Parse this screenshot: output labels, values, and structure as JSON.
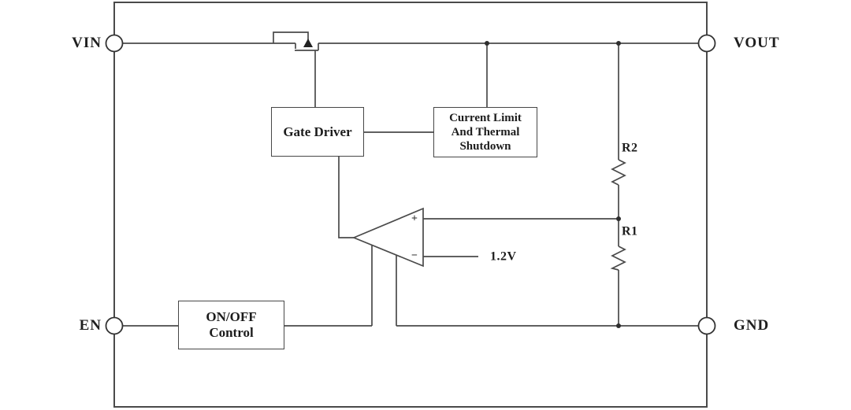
{
  "diagram": {
    "pins": {
      "vin": {
        "label": "VIN"
      },
      "vout": {
        "label": "VOUT"
      },
      "en": {
        "label": "EN"
      },
      "gnd": {
        "label": "GND"
      }
    },
    "blocks": {
      "gate_driver": {
        "label": "Gate Driver"
      },
      "current_limit": {
        "line1": "Current Limit",
        "line2": "And Thermal",
        "line3": "Shutdown"
      },
      "onoff_control": {
        "line1": "ON/OFF",
        "line2": "Control"
      }
    },
    "resistors": {
      "r2": {
        "label": "R2"
      },
      "r1": {
        "label": "R1"
      }
    },
    "reference": {
      "label": "1.2V"
    },
    "comparator": {
      "plus": "+",
      "minus": "−"
    }
  },
  "colors": {
    "line": "#4a4a4a",
    "text": "#1c1c1c",
    "background": "#ffffff"
  }
}
